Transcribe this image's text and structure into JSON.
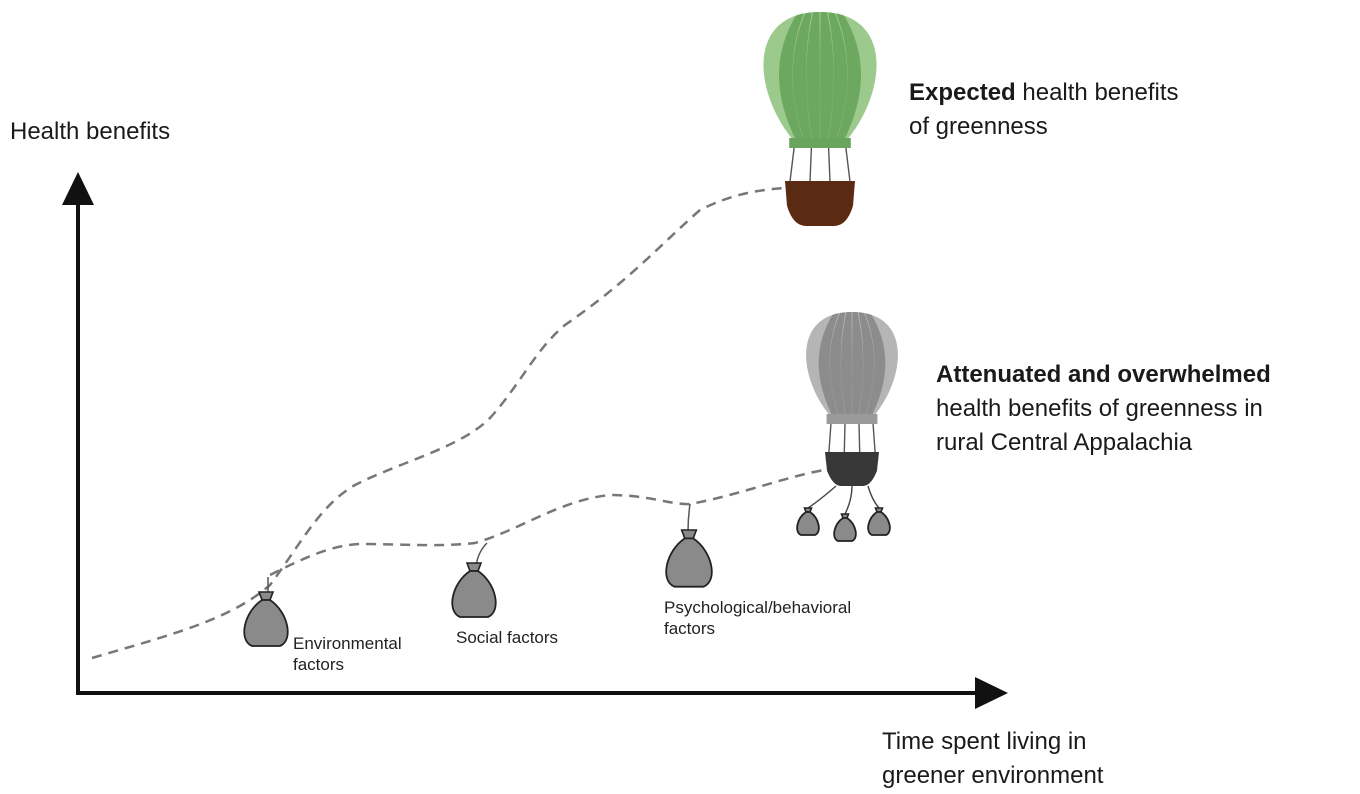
{
  "y_axis_label": "Health benefits",
  "x_axis_label": [
    "Time spent living in",
    "greener environment"
  ],
  "expected": {
    "title_bold": "Expected",
    "title_rest": " health benefits",
    "line2": "of greenness",
    "balloon_icon": "hot-air-balloon-icon",
    "colors": {
      "light": "#9cc98c",
      "dark": "#6da860",
      "band": "#6aa55d",
      "basket": "#5b2a12"
    }
  },
  "attenuated": {
    "title_bold": "Attenuated and overwhelmed",
    "line2": "health benefits of greenness in",
    "line3": "rural Central Appalachia",
    "balloon_icon": "hot-air-balloon-icon",
    "colors": {
      "light": "#b5b5b5",
      "dark": "#8c8c8c",
      "band": "#9a9a9a",
      "basket": "#383838"
    }
  },
  "factors": [
    {
      "lines": [
        "Environmental",
        "factors"
      ],
      "icon": "weight-bag-icon"
    },
    {
      "lines": [
        "Social factors"
      ],
      "icon": "weight-bag-icon"
    },
    {
      "lines": [
        "Psychological/behavioral",
        "factors"
      ],
      "icon": "weight-bag-icon"
    }
  ],
  "bag_color": "#8a8a8a"
}
